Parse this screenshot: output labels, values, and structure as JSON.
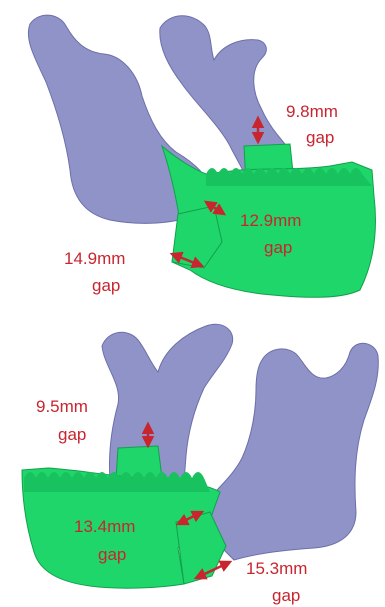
{
  "colors": {
    "bone": "#8f93c8",
    "bone_shade": "#6c70a8",
    "implant": "#1fd66a",
    "implant_shade": "#12a04c",
    "annotation": "#c8252f",
    "background": "#ffffff"
  },
  "top_panel": {
    "gap_ramus": {
      "value": "9.8mm",
      "unit_word": "gap"
    },
    "gap_middle": {
      "value": "12.9mm",
      "unit_word": "gap"
    },
    "gap_left": {
      "value": "14.9mm",
      "unit_word": "gap"
    }
  },
  "bottom_panel": {
    "gap_ramus": {
      "value": "9.5mm",
      "unit_word": "gap"
    },
    "gap_middle": {
      "value": "13.4mm",
      "unit_word": "gap"
    },
    "gap_right": {
      "value": "15.3mm",
      "unit_word": "gap"
    }
  }
}
